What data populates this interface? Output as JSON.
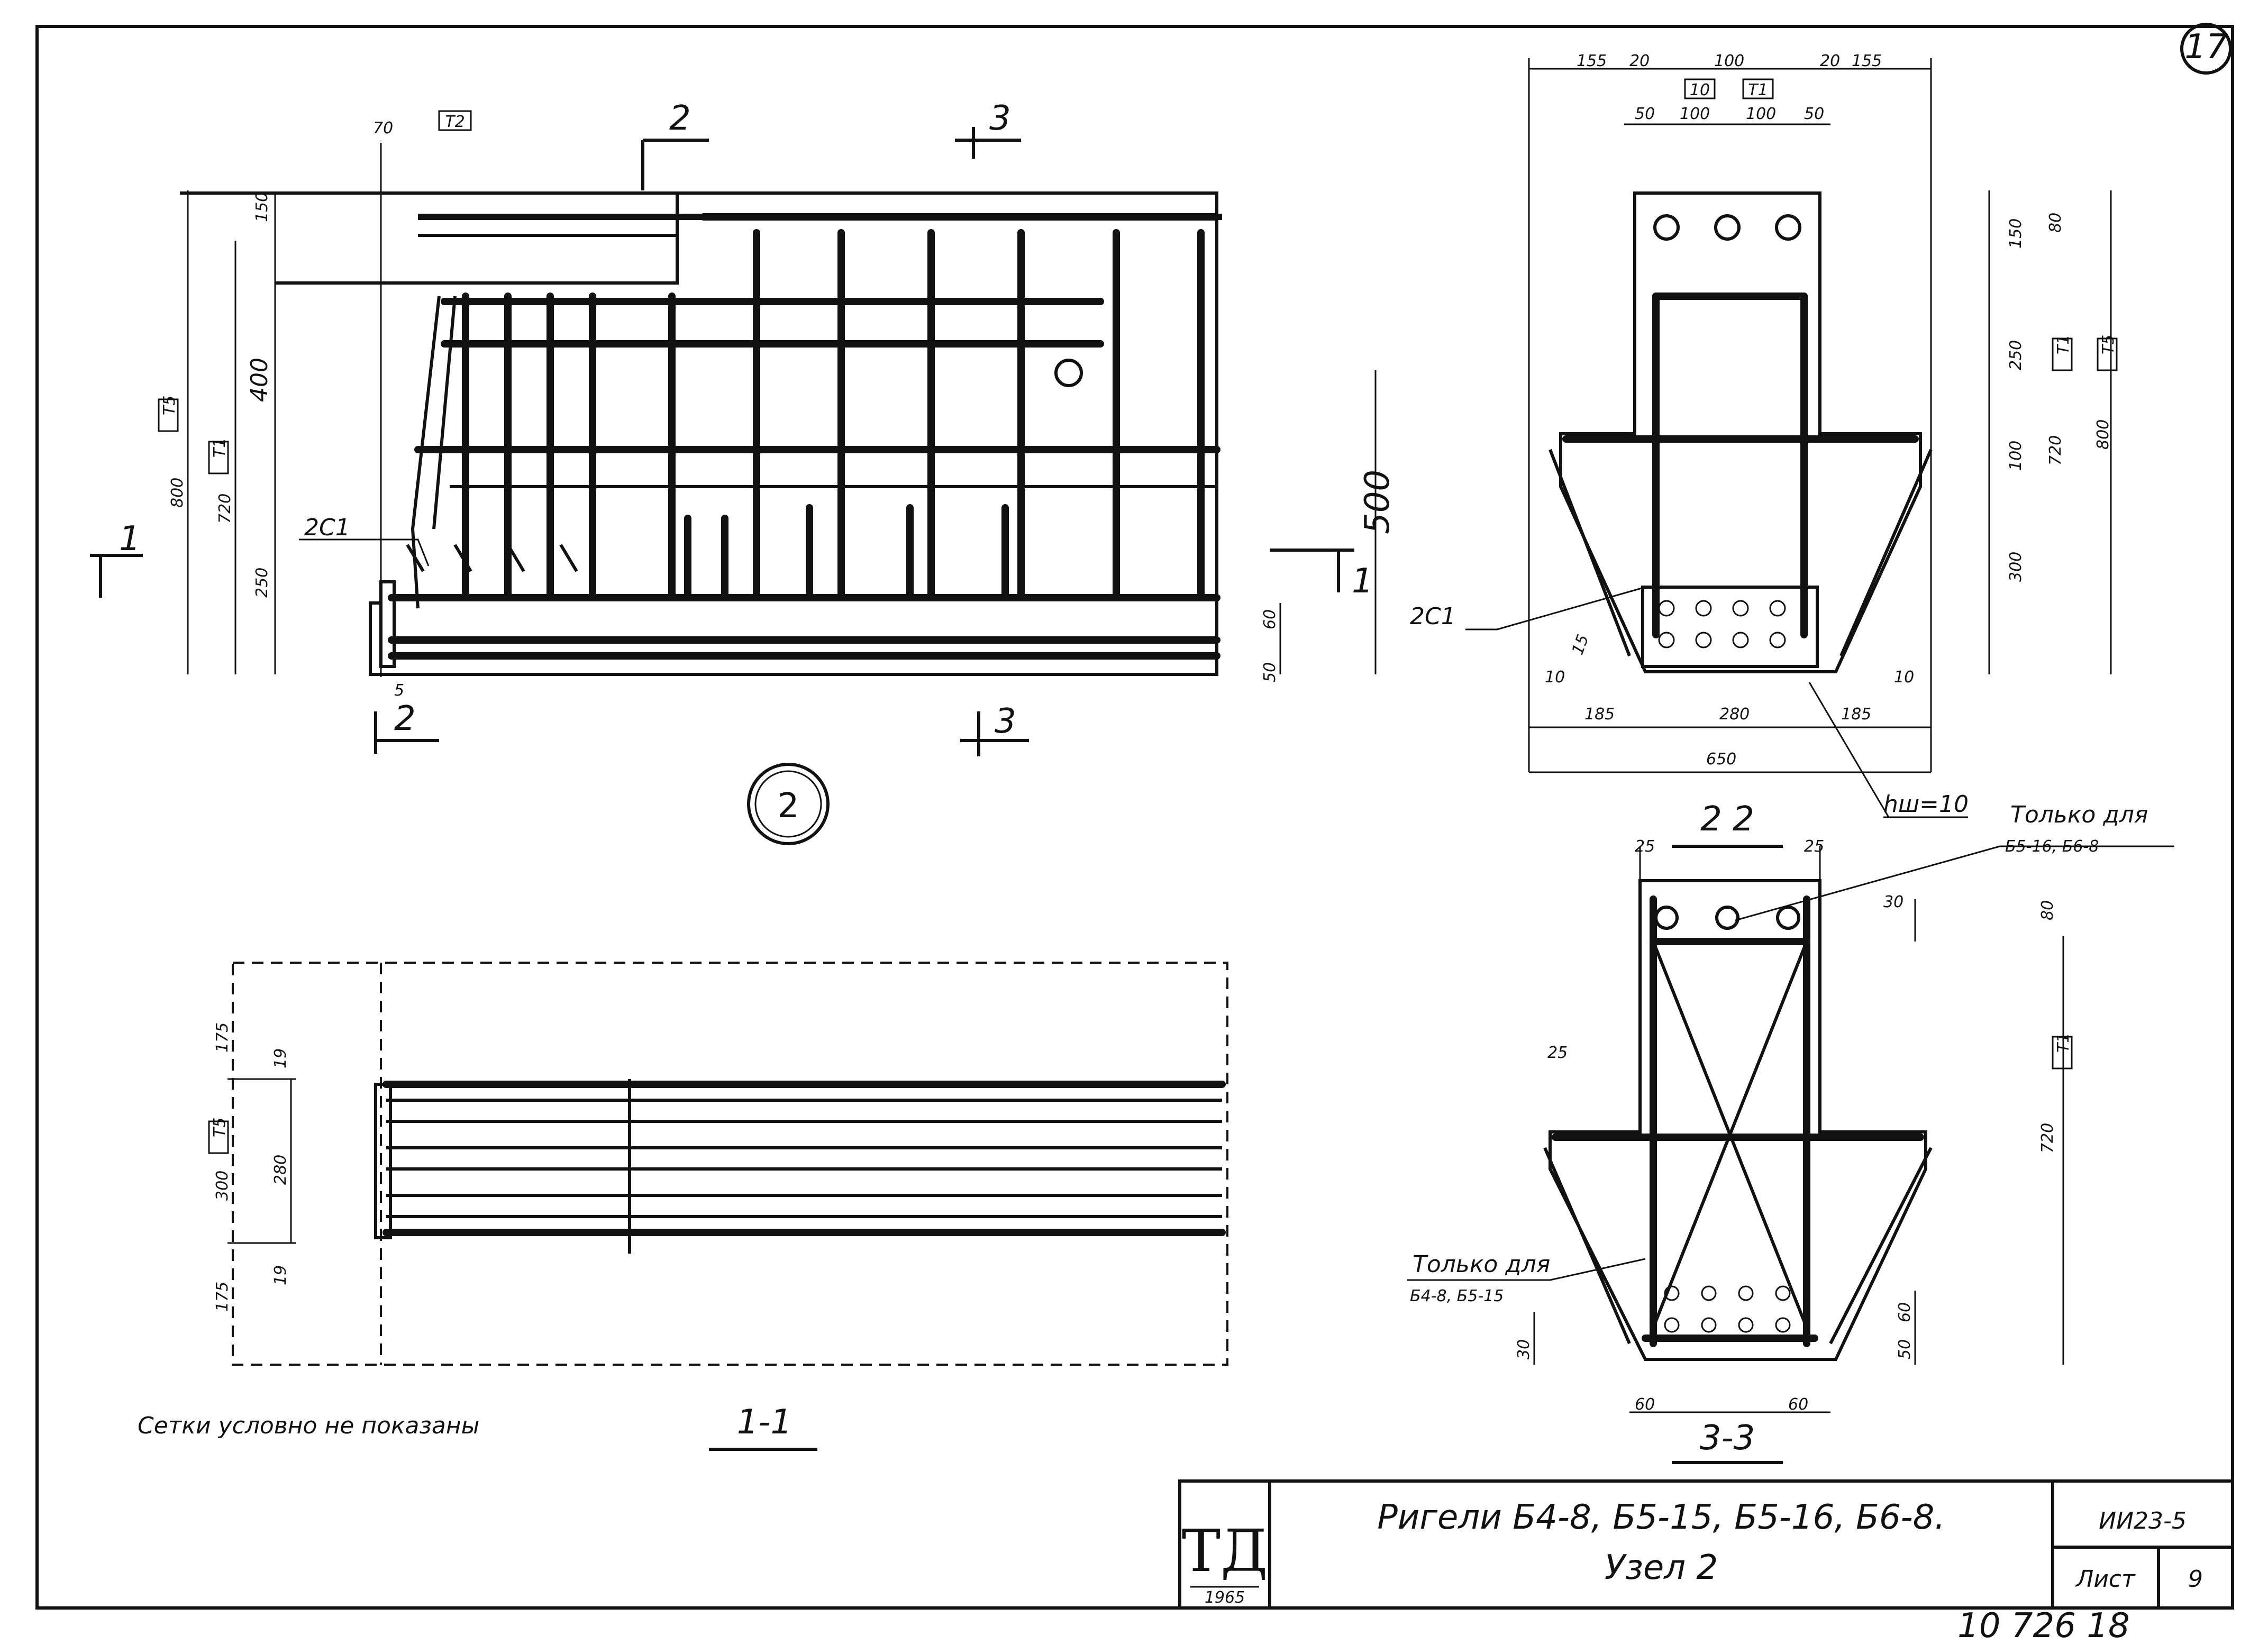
{
  "sheet_number": "17",
  "node_number": "2",
  "stamp": {
    "logo": "ТД",
    "year": "1965",
    "title_line1": "Ригели Б4-8, Б5-15, Б5-16, Б6-8.",
    "title_line2": "Узел 2",
    "series": "ИИ23-5",
    "sheet_label": "Лист",
    "sheet_no": "9"
  },
  "bottom_code": "10 726   18",
  "note": "Сетки   условно  не  показаны",
  "section_labels": {
    "s11": "1-1",
    "s22": "2 2",
    "s33": "3-3",
    "cut1": "1",
    "cut2": "2",
    "cut3": "3"
  },
  "callouts": {
    "only_for_a": "Только для",
    "only_for_a_items": "Б5-16, Б6-8",
    "only_for_b": "Только для",
    "only_for_b_items": "Б4-8, Б5-15",
    "weld": "hш=10",
    "mesh": "2С1",
    "mesh2": "2С1"
  },
  "marks": {
    "t1": "Т1",
    "t2": "Т2",
    "t5": "Т5",
    "t10": "10",
    "t11": "Т1"
  },
  "dims": {
    "elev": [
      "70",
      "150",
      "400",
      "800",
      "720",
      "250",
      "500",
      "60",
      "50",
      "5"
    ],
    "plan": [
      "175",
      "19",
      "300",
      "280",
      "19",
      "175"
    ],
    "sec11": [
      "155",
      "20",
      "100",
      "20",
      "155",
      "50",
      "100",
      "100",
      "50",
      "150",
      "80",
      "250",
      "720",
      "800",
      "100",
      "300",
      "10",
      "15",
      "10",
      "185",
      "280",
      "185",
      "650"
    ],
    "sec33": [
      "25",
      "25",
      "30",
      "80",
      "25",
      "720",
      "60",
      "50",
      "30",
      "60",
      "60"
    ]
  }
}
